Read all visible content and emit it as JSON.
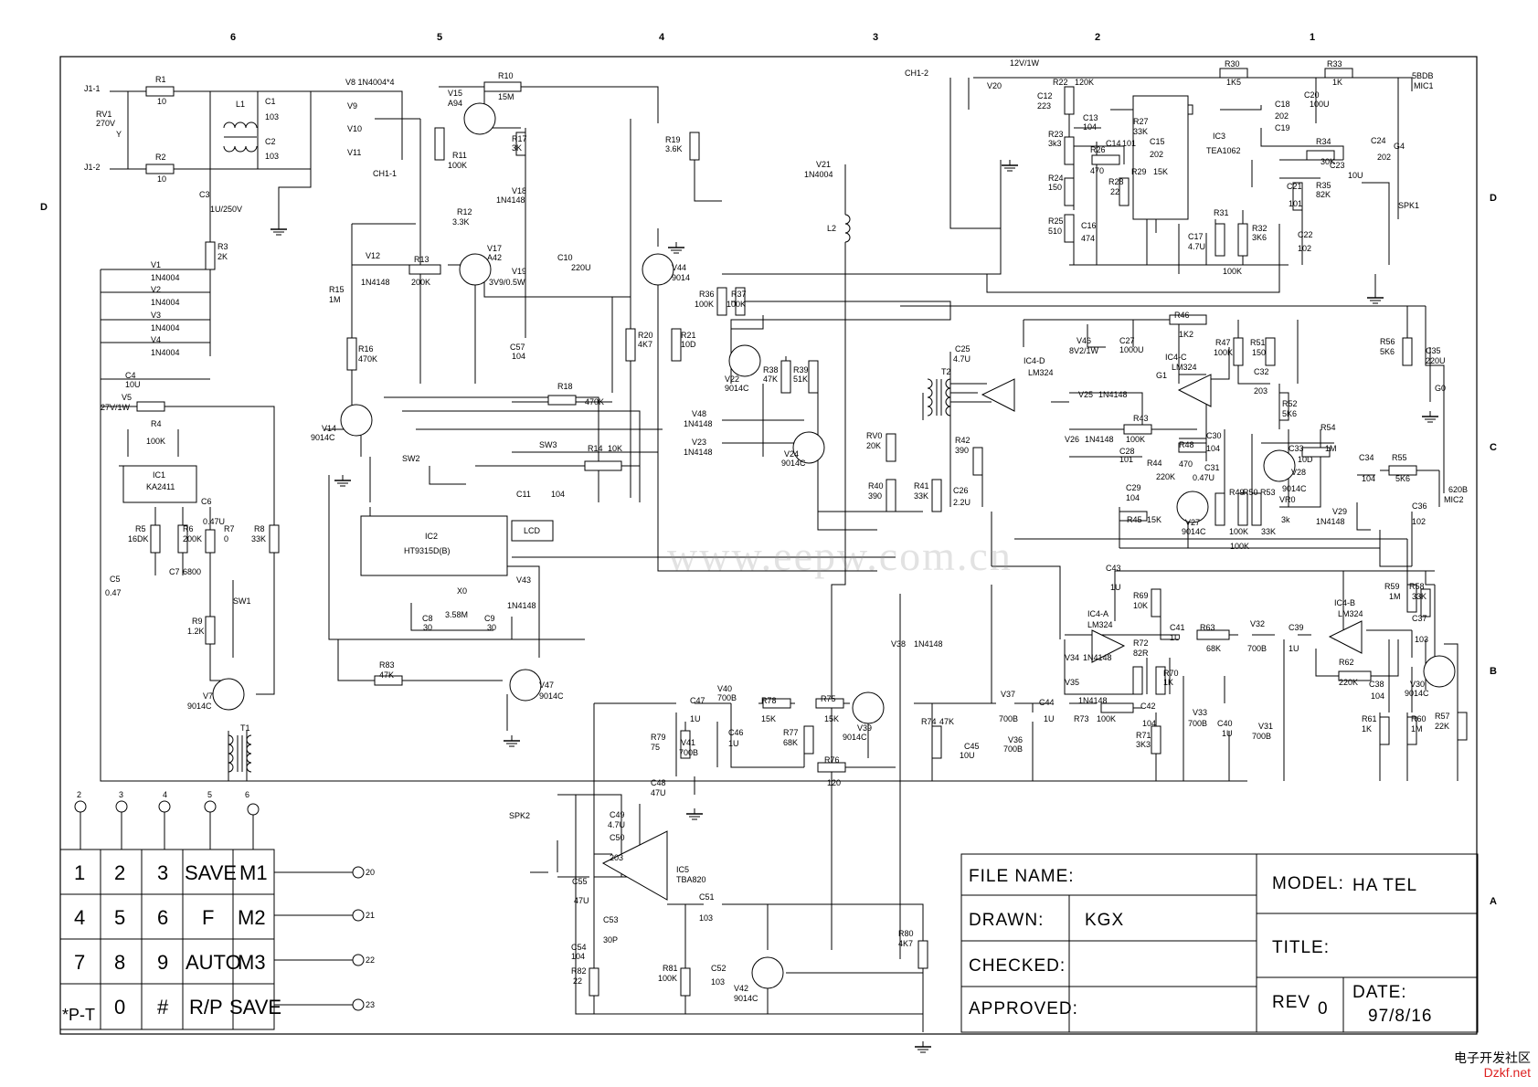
{
  "columns": [
    "6",
    "5",
    "4",
    "3",
    "2",
    "1"
  ],
  "rows_left": [
    "D"
  ],
  "rows_right": [
    "D",
    "C",
    "B",
    "A"
  ],
  "labels": {
    "j1_1": "J1-1",
    "j1_2": "J1-2",
    "rv1": "RV1",
    "rv1v": "270V",
    "y": "Y",
    "r1": "R1",
    "r1v": "10",
    "r2": "R2",
    "r2v": "10",
    "l1": "L1",
    "c1": "C1",
    "c1v": "103",
    "c2": "C2",
    "c2v": "103",
    "v8": "V8 1N4004*4",
    "v9": "V9",
    "v10": "V10",
    "v11": "V11",
    "ch1_1": "CH1-1",
    "c3": "C3",
    "c3v": "1U/250V",
    "r3": "R3",
    "r3v": "2K",
    "v1": "V1",
    "v1v": "1N4004",
    "v2": "V2",
    "v2v": "1N4004",
    "v3": "V3",
    "v3v": "1N4004",
    "v4": "V4",
    "v4v": "1N4004",
    "c4": "C4",
    "c4v": "10U",
    "v5": "V5",
    "v5v": "27V/1W",
    "r4": "R4",
    "r4v": "100K",
    "ic1": "IC1",
    "ic1v": "KA2411",
    "r5": "R5",
    "r5v": "16DK",
    "r6": "R6",
    "r6v": "200K",
    "c6": "C6",
    "c6v": "0.47U",
    "r7": "R7",
    "r7v": "0",
    "c7": "C7",
    "c7v": "6800",
    "r8": "R8",
    "r8v": "33K",
    "c5": "C5",
    "c5v": "0.47",
    "r9": "R9",
    "r9v": "1.2K",
    "sw1": "SW1",
    "v7": "V7",
    "v7v": "9014C",
    "t1": "T1",
    "v15": "V15",
    "v15v": "A94",
    "r10": "R10",
    "r10v": "15M",
    "r11": "R11",
    "r11v": "100K",
    "r17": "R17",
    "r17v": "3K",
    "v18": "V18",
    "v18v": "1N4148",
    "r12": "R12",
    "r12v": "3.3K",
    "v12": "V12",
    "v12v": "1N4148",
    "r13": "R13",
    "r13v": "200K",
    "v17": "V17",
    "v17v": "A42",
    "v19": "V19",
    "v19v": "3V9/0.5W",
    "c10": "C10",
    "c10v": "220U",
    "r15": "R15",
    "r15v": "1M",
    "r16": "R16",
    "r16v": "470K",
    "c57": "C57",
    "c57v": "104",
    "r18": "R18",
    "r18v": "470K",
    "v14": "V14",
    "v14v": "9014C",
    "sw2": "SW2",
    "sw3": "SW3",
    "r14": "R14",
    "r14v": "10K",
    "c11": "C11",
    "c11v": "104",
    "ic2": "IC2",
    "ic2v": "HT9315D(B)",
    "lcd": "LCD",
    "x0": "X0",
    "x0v": "3.58M",
    "c8": "C8",
    "c8v": "30",
    "c9": "C9",
    "c9v": "30",
    "v43": "V43",
    "v43v": "1N4148",
    "r83": "R83",
    "r83v": "47K",
    "v47": "V47",
    "v47v": "9014C",
    "ch1_2": "CH1-2",
    "r19": "R19",
    "r19v": "3.6K",
    "v21": "V21",
    "v21v": "1N4004",
    "l2": "L2",
    "v44": "V44",
    "v44v": "9014",
    "r20": "R20",
    "r20v": "4K7",
    "r21": "R21",
    "r21v": "10D",
    "r36": "R36",
    "r36v": "100K",
    "r37": "R37",
    "r37v": "100K",
    "v22": "V22",
    "v22v": "9014C",
    "r38": "R38",
    "r38v": "47K",
    "r39": "R39",
    "r39v": "51K",
    "v48": "V48",
    "v48v": "1N4148",
    "v23": "V23",
    "v23v": "1N4148",
    "v24": "V24",
    "v24v": "9014C",
    "v20": "V20",
    "v20v": "12V/1W",
    "c12": "C12",
    "c12v": "223",
    "r22": "R22",
    "r22v": "120K",
    "r23": "R23",
    "r23v": "3k3",
    "c13": "C13",
    "c13v": "104",
    "r26": "R26",
    "r26v": "470",
    "r24": "R24",
    "r24v": "150",
    "r28": "R28",
    "r28v": "22",
    "r25": "R25",
    "r25v": "510",
    "c16": "C16",
    "c16v": "474",
    "c14": "C14",
    "c14v": "101",
    "r27": "R27",
    "r27v": "33K",
    "c15": "C15",
    "c15v": "202",
    "r29": "R29",
    "r29v": "15K",
    "ic3": "IC3",
    "ic3v": "TEA1062",
    "r30": "R30",
    "r30v": "1K5",
    "r33": "R33",
    "r33v": "1K",
    "mic1": "5BDB",
    "mic1n": "MIC1",
    "c18": "C18",
    "c18v": "202",
    "c19": "C19",
    "c20": "C20",
    "c20v": "100U",
    "r34": "R34",
    "r34v": "30K",
    "c24": "C24",
    "c24v": "202",
    "g4": "G4",
    "c23": "C23",
    "c23v": "10U",
    "c21": "C21",
    "c21v": "101",
    "r35": "R35",
    "r35v": "82K",
    "spk1": "SPK1",
    "c22": "C22",
    "c22v": "102",
    "c17": "C17",
    "c17v": "4.7U",
    "r31": "R31",
    "r31v": "100K",
    "r32": "R32",
    "r32v": "3K6",
    "c25": "C25",
    "c25v": "4.7U",
    "t2": "T2",
    "ic4d": "IC4-D",
    "ic4dv": "LM324",
    "v46": "V46",
    "v46v": "8V2/1W",
    "c27": "C27",
    "c27v": "1000U",
    "r46": "R46",
    "r46v": "1K2",
    "r47": "R47",
    "r47v": "100K",
    "r51": "R51",
    "r51v": "150",
    "ic4c": "IC4-C",
    "ic4cv": "LM324",
    "g1": "G1",
    "c32": "C32",
    "c32v": "203",
    "r56": "R56",
    "r56v": "5K6",
    "c35": "C35",
    "c35v": "220U",
    "g0": "G0",
    "v25": "V25",
    "v25v": "1N4148",
    "v26": "V26",
    "v26v": "1N4148",
    "r43": "R43",
    "r43v": "100K",
    "r48": "R48",
    "r48v": "470",
    "c30": "C30",
    "c30v": "104",
    "c28": "C28",
    "c28v": "101",
    "r44": "R44",
    "r44v": "220K",
    "c31": "C31",
    "c31v": "0.47U",
    "r52": "R52",
    "r52v": "5K6",
    "r54": "R54",
    "r54v": "1M",
    "c33": "C33",
    "c33v": "10D",
    "v28": "V28",
    "v28v": "9014C",
    "c34": "C34",
    "c34v": "104",
    "r55": "R55",
    "r55v": "5K6",
    "mic2": "620B",
    "mic2n": "MIC2",
    "c36": "C36",
    "c36v": "102",
    "rv0": "RV0",
    "rv0v": "20K",
    "r40": "R40",
    "r40v": "390",
    "r41": "R41",
    "r41v": "33K",
    "r42": "R42",
    "r42v": "390",
    "c26": "C26",
    "c26v": "2.2U",
    "c29": "C29",
    "c29v": "104",
    "r45": "R45",
    "r45v": "15K",
    "v27": "V27",
    "v27v": "9014C",
    "r49": "R49",
    "r49v": "100K",
    "r50": "R50",
    "r53": "R53",
    "r53v": "33K",
    "r100": "100K",
    "vr0": "VR0",
    "vr0v": "3k",
    "v29": "V29",
    "v29v": "1N4148",
    "c43": "C43",
    "c43v": "1U",
    "r69": "R69",
    "r69v": "10K",
    "ic4a": "IC4-A",
    "ic4av": "LM324",
    "c41": "C41",
    "c41v": "1U",
    "r63": "R63",
    "r63v": "68K",
    "v32": "V32",
    "v32v": "700B",
    "c39": "C39",
    "c39v": "1U",
    "ic4b": "IC4-B",
    "ic4bv": "LM324",
    "r59": "R59",
    "r59v": "1M",
    "r58": "R58",
    "r58v": "33K",
    "c37": "C37",
    "c37v": "103",
    "v34": "V34",
    "v34v": "1N4148",
    "v35": "V35",
    "v35v": "1N4148",
    "r72": "R72",
    "r72v": "82R",
    "r70": "R70",
    "r70v": "1K",
    "r62": "R62",
    "r62v": "220K",
    "c38": "C38",
    "c38v": "104",
    "v30": "V30",
    "v30v": "9014C",
    "v38": "V38",
    "v38v": "1N4148",
    "v37": "V37",
    "v37v": "700B",
    "c44": "C44",
    "c44v": "1U",
    "r73": "R73",
    "r73v": "100K",
    "c42": "C42",
    "c42v": "104",
    "v33": "V33",
    "v33v": "700B",
    "c40": "C40",
    "c40v": "1U",
    "v31": "V31",
    "v31v": "700B",
    "r61": "R61",
    "r61v": "1K",
    "r60": "R60",
    "r60v": "1M",
    "r57": "R57",
    "r57v": "22K",
    "r74": "R74",
    "r74v": "47K",
    "c45": "C45",
    "c45v": "10U",
    "v36": "V36",
    "v36v": "700B",
    "r71": "R71",
    "r71v": "3K3",
    "c47": "C47",
    "c47v": "1U",
    "v40": "V40",
    "v40v": "700B",
    "r78": "R78",
    "r78v": "15K",
    "r75": "R75",
    "r75v": "15K",
    "v39": "V39",
    "v39v": "9014C",
    "r79": "R79",
    "r79v": "75",
    "v41": "V41",
    "v41v": "700B",
    "c46": "C46",
    "c46v": "1U",
    "r77": "R77",
    "r77v": "68K",
    "r76": "R76",
    "r76v": "120",
    "c48": "C48",
    "c48v": "47U",
    "spk2": "SPK2",
    "c49": "C49",
    "c49v": "4.7U",
    "c50": "C50",
    "c50v": "203",
    "ic5": "IC5",
    "ic5v": "TBA820",
    "c55": "C55",
    "c55v": "47U",
    "c51": "C51",
    "c51v": "103",
    "c53": "C53",
    "c53v": "30P",
    "c54": "C54",
    "c54v": "104",
    "r82": "R82",
    "r82v": "22",
    "r81": "R81",
    "r81v": "100K",
    "c52": "C52",
    "c52v": "103",
    "v42": "V42",
    "v42v": "9014C",
    "r80": "R80",
    "r80v": "4K7",
    "pin2": "2",
    "pin3": "3",
    "pin4": "4",
    "pin5": "5",
    "pin6": "6",
    "pin20": "20",
    "pin21": "21",
    "pin22": "22",
    "pin23": "23"
  },
  "keypad": [
    [
      "1",
      "2",
      "3",
      "SAVE",
      "M1"
    ],
    [
      "4",
      "5",
      "6",
      "F",
      "M2"
    ],
    [
      "7",
      "8",
      "9",
      "AUTO",
      "M3"
    ],
    [
      "*P-T",
      "0",
      "#",
      "R/P",
      "SAVE"
    ]
  ],
  "title_block": {
    "file_name_label": "FILE NAME:",
    "drawn_label": "DRAWN:",
    "drawn_value": "KGX",
    "checked_label": "CHECKED:",
    "approved_label": "APPROVED:",
    "model_label": "MODEL:",
    "model_value": "HA TEL",
    "title_label": "TITLE:",
    "rev_label": "REV",
    "rev_value": "0",
    "date_label": "DATE:",
    "date_value": "97/8/16"
  },
  "watermark": "www.eepw.com.cn",
  "corner_brand_top": "电子开发社区",
  "corner_brand_bottom": "Dzkf.net"
}
